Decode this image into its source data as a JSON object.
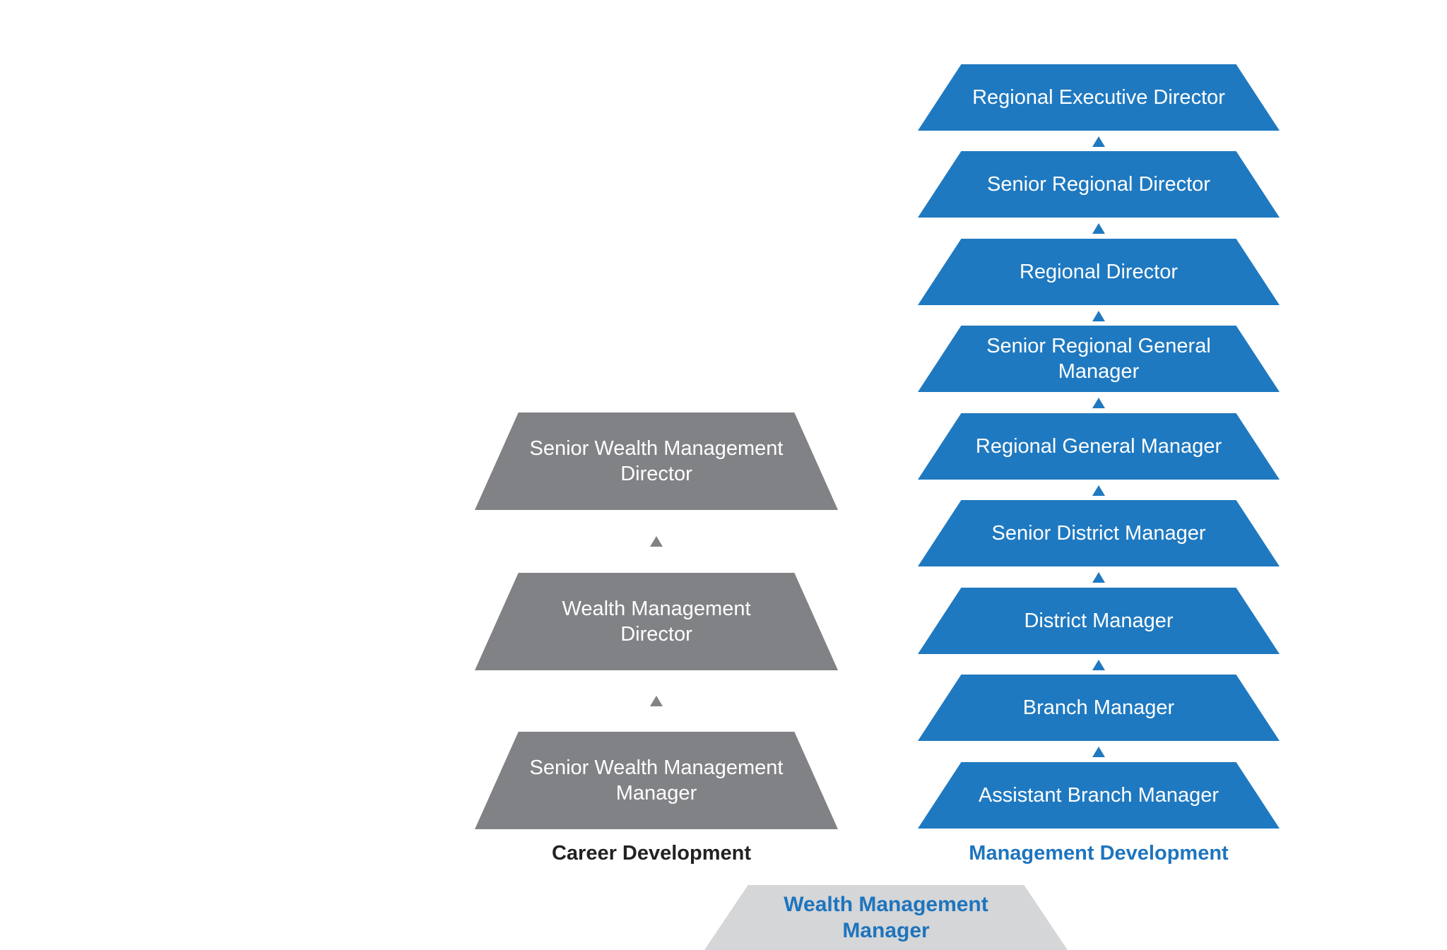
{
  "management_track": {
    "label": "Management Development",
    "color": "#1f79c0",
    "levels": [
      "Regional Executive Director",
      "Senior Regional Director",
      "Regional Director",
      "Senior Regional General Manager",
      "Regional General Manager",
      "Senior District Manager",
      "District Manager",
      "Branch Manager",
      "Assistant Branch Manager"
    ]
  },
  "career_track": {
    "label": "Career Development",
    "color": "#818285",
    "levels": [
      "Senior Wealth Management Director",
      "Wealth Management Director",
      "Senior Wealth Management Manager"
    ]
  },
  "entry_level": {
    "label": "Wealth Management Manager"
  }
}
